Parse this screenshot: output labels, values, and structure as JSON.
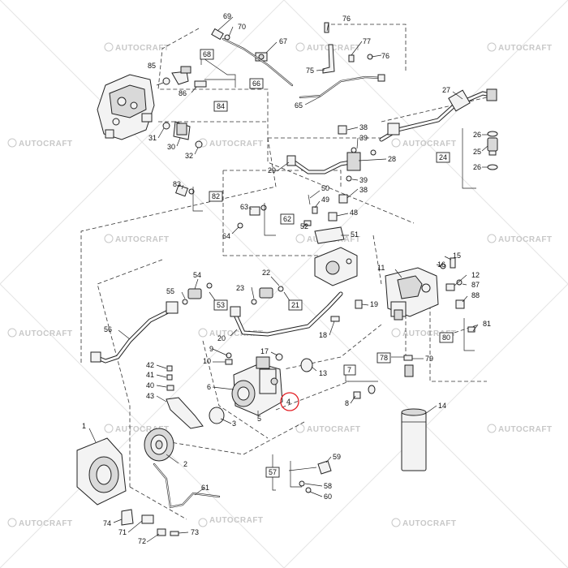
{
  "watermark": {
    "text": "AUTOCRAFT"
  },
  "highlight_color": "#e31e24",
  "highlighted_part": "4",
  "callouts": {
    "c1": "1",
    "c2": "2",
    "c3": "3",
    "c4": "4",
    "c5": "5",
    "c6": "6",
    "c7": "7",
    "c8": "8",
    "c9": "9",
    "c10": "10",
    "c11": "11",
    "c12": "12",
    "c13": "13",
    "c14": "14",
    "c15": "15",
    "c16": "16",
    "c17": "17",
    "c18": "18",
    "c19": "19",
    "c20": "20",
    "c21": "21",
    "c22": "22",
    "c23": "23",
    "c24": "24",
    "c25": "25",
    "c26": "26",
    "c27": "27",
    "c28": "28",
    "c29": "29",
    "c30": "30",
    "c31": "31",
    "c32": "32",
    "c38a": "38",
    "c38b": "38",
    "c39": "39",
    "c40": "40",
    "c41": "41",
    "c42": "42",
    "c43": "43",
    "c48": "48",
    "c49": "49",
    "c50": "50",
    "c51": "51",
    "c52": "52",
    "c53": "53",
    "c54": "54",
    "c55": "55",
    "c56": "56",
    "c57": "57",
    "c58": "58",
    "c59": "59",
    "c60": "60",
    "c61": "61",
    "c62": "62",
    "c63": "63",
    "c64": "64",
    "c65": "65",
    "c66": "66",
    "c67": "67",
    "c68": "68",
    "c69": "69",
    "c70": "70",
    "c71": "71",
    "c72": "72",
    "c73": "73",
    "c74": "74",
    "c75": "75",
    "c76a": "76",
    "c76b": "76",
    "c77": "77",
    "c78": "78",
    "c79": "79",
    "c80": "80",
    "c81": "81",
    "c82": "82",
    "c83": "83",
    "c84": "84",
    "c85": "85",
    "c86": "86",
    "c87": "87",
    "c88": "88"
  }
}
